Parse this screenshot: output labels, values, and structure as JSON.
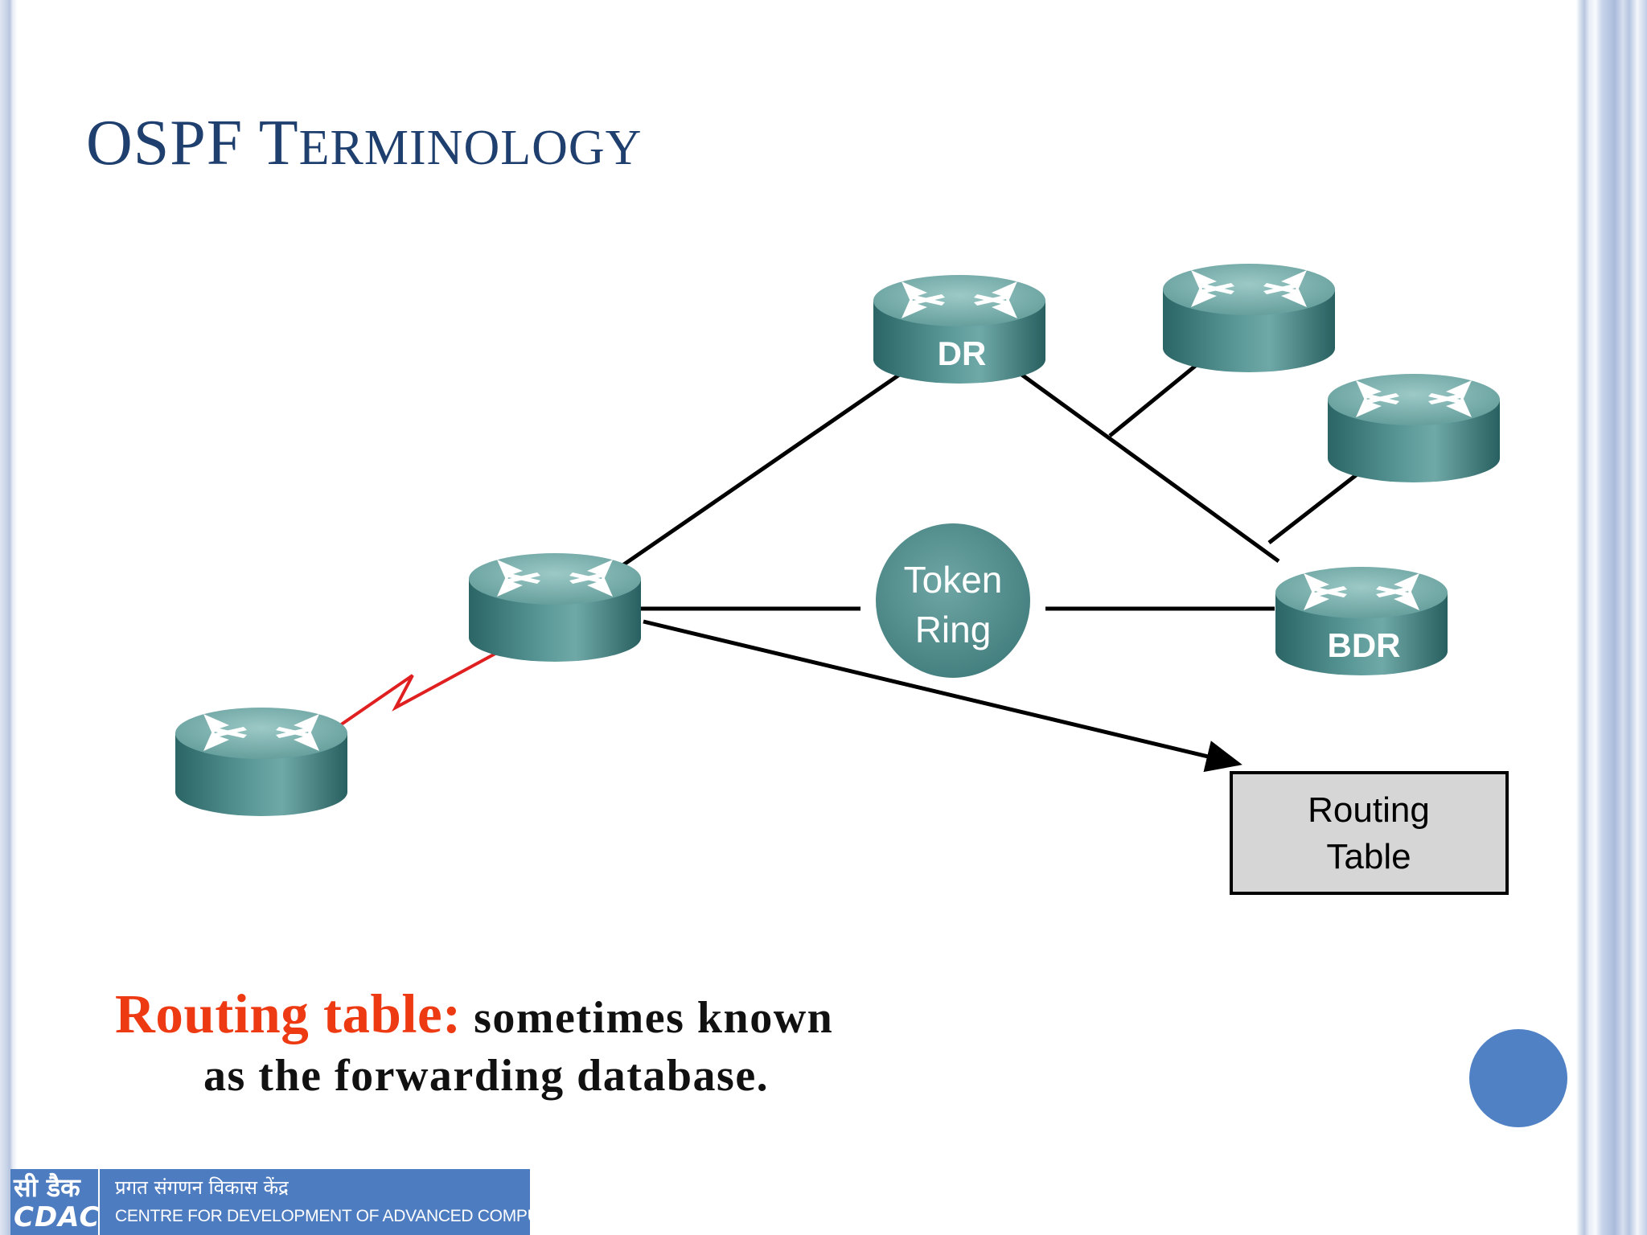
{
  "slide": {
    "title_first": "OSPF T",
    "title_rest": "ERMINOLOGY"
  },
  "diagram": {
    "routers": [
      {
        "id": "dr",
        "label": "DR"
      },
      {
        "id": "top-right",
        "label": ""
      },
      {
        "id": "right-middle",
        "label": ""
      },
      {
        "id": "bdr",
        "label": "BDR"
      },
      {
        "id": "center",
        "label": ""
      },
      {
        "id": "bottom-left",
        "label": ""
      }
    ],
    "token_ring": {
      "line1": "Token",
      "line2": "Ring"
    },
    "routing_table": {
      "line1": "Routing",
      "line2": "Table"
    },
    "colors": {
      "router_body": "#2f6f70",
      "router_top": "#7fb3b1",
      "serial_link": "#e02020",
      "link": "#000000",
      "routing_table_fill": "#d6d6d6"
    }
  },
  "caption": {
    "term": "Routing table:",
    "line1_rest": " sometimes known",
    "line2": "as the forwarding database."
  },
  "logo": {
    "hindi_short": "सी डैक",
    "mark": "CDAC",
    "hindi_full": "प्रगत संगणन विकास केंद्र",
    "english": "CENTRE FOR DEVELOPMENT OF ADVANCED COMPUTING"
  }
}
